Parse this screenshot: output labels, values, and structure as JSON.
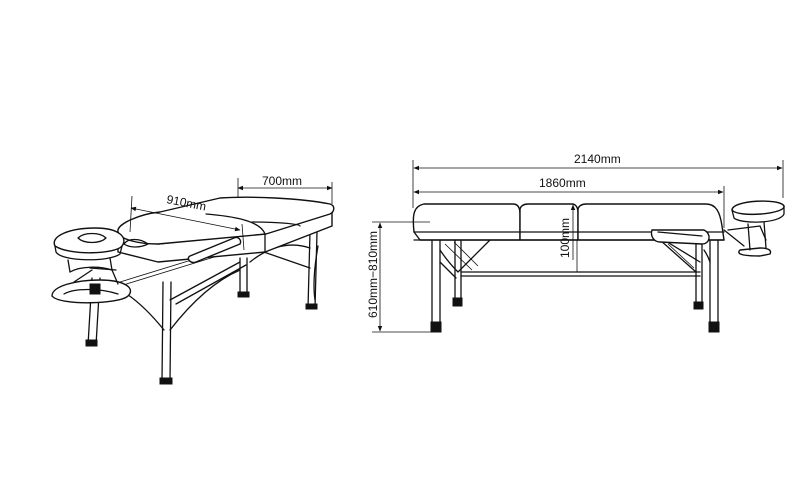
{
  "dimensions": {
    "width_910": "910mm",
    "width_700": "700mm",
    "overall_length": "2140mm",
    "table_length": "1860mm",
    "height_range": "610mm−810mm",
    "thickness": "100mm"
  }
}
